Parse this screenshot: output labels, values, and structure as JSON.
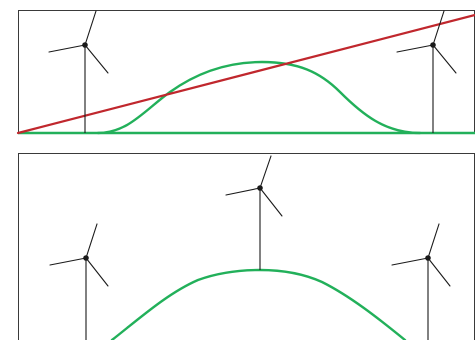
{
  "colors": {
    "frame": "#3a3a3a",
    "turbine": "#1a1a1a",
    "green_curve": "#22b05a",
    "red_line": "#c0272d"
  },
  "panels": [
    {
      "name": "top-panel",
      "turbines": [
        {
          "name": "turbine-left"
        },
        {
          "name": "turbine-right"
        }
      ],
      "has_red_line": true,
      "has_green_baseline": true
    },
    {
      "name": "bottom-panel",
      "turbines": [
        {
          "name": "turbine-left"
        },
        {
          "name": "turbine-center"
        },
        {
          "name": "turbine-right"
        }
      ],
      "has_red_line": false,
      "has_green_baseline": false
    }
  ],
  "icons": [
    "wind-turbine-icon"
  ]
}
